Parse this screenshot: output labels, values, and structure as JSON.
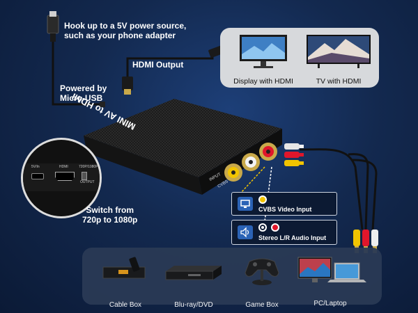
{
  "power_note": {
    "line1": "Hook up to a 5V power source,",
    "line2": "such as your phone adapter"
  },
  "hdmi_output_label": "HDMI Output",
  "powered_by": {
    "line1": "Powered by",
    "line2": "Micro-USB"
  },
  "switch_note": {
    "line1": "Switch from",
    "line2": "720p to 1080p"
  },
  "outputs": [
    {
      "label": "Display with HDMI",
      "icon": "monitor-icon"
    },
    {
      "label": "TV with HDMI",
      "icon": "tv-icon"
    }
  ],
  "device_text": "MINI AV to HDMI",
  "port_labels": {
    "input": "INPUT",
    "cvbs": "CVBS",
    "usb": "5V/In",
    "hdmi": "HDMI",
    "switch": "720P/1080P",
    "output": "OUTPUT"
  },
  "inputs": [
    {
      "label": "CVBS Video Input",
      "icon": "monitor-icon",
      "dot_colors": [
        "#f2c400"
      ]
    },
    {
      "label": "Stereo L/R Audio Input",
      "icon": "speaker-icon",
      "dot_colors": [
        "#ffffff",
        "#e0162b"
      ]
    }
  ],
  "sources": [
    {
      "label": "Cable Box",
      "icon": "cable-box-icon"
    },
    {
      "label": "Blu-ray/DVD",
      "icon": "bluray-player-icon"
    },
    {
      "label": "Game Box",
      "icon": "game-controller-icon"
    },
    {
      "label": "PC/Laptop",
      "icon": "pc-laptop-icon"
    }
  ],
  "colors": {
    "background": "#13294f",
    "panel": "#d7d9dc",
    "accent_yellow": "#f2c400",
    "accent_red": "#e0162b",
    "badge_blue": "#2b63b6"
  }
}
